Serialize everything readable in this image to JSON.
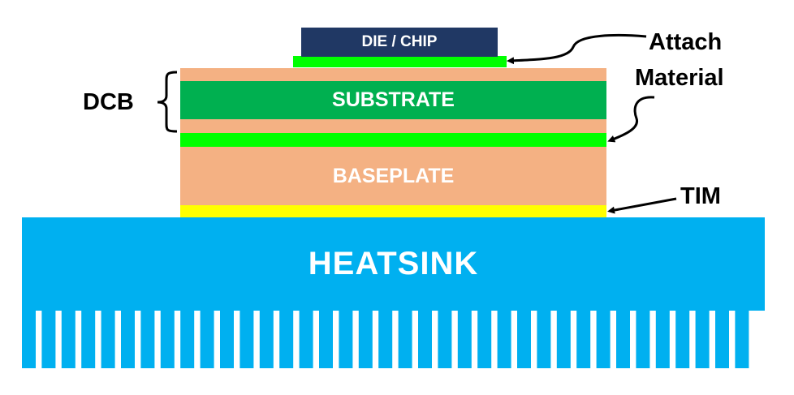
{
  "layers": {
    "die": "DIE / CHIP",
    "substrate": "SUBSTRATE",
    "baseplate": "BASEPLATE",
    "heatsink": "HEATSINK"
  },
  "labels": {
    "dcb": "DCB",
    "attach_line1": "Attach",
    "attach_line2": "Material",
    "tim": "TIM"
  },
  "colors": {
    "die": "#203864",
    "attach_material": "#00ff00",
    "copper": "#f4b183",
    "substrate": "#00b050",
    "tim": "#ffff00",
    "heatsink": "#00b0f0",
    "text_light": "#ffffff",
    "text_dark": "#000000"
  }
}
